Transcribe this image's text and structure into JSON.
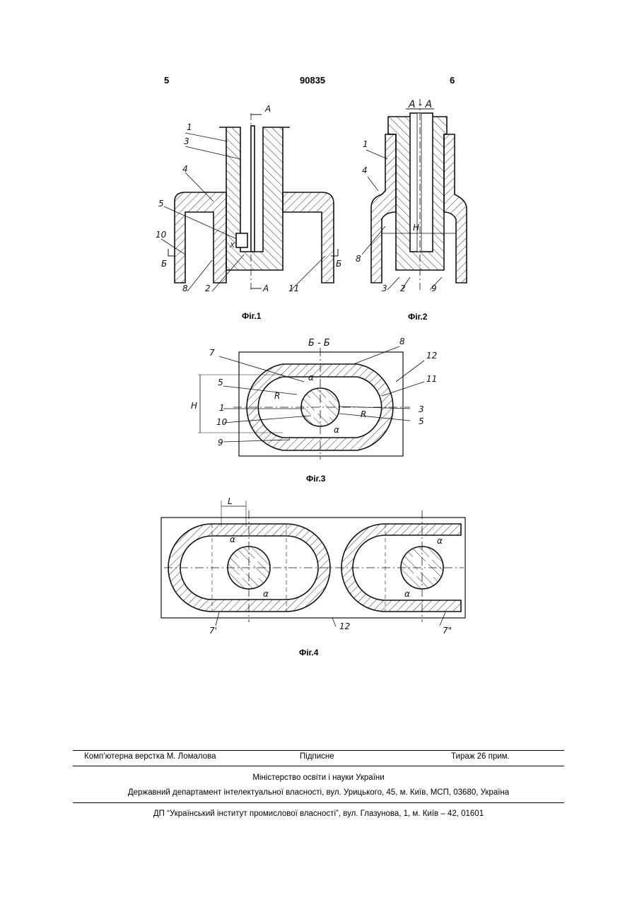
{
  "header": {
    "page_left": "5",
    "patent_number": "90835",
    "page_right": "6"
  },
  "figures": {
    "fig1": {
      "caption": "Фіг.1",
      "labels": {
        "l1": "1",
        "l3": "3",
        "l4": "4",
        "l5": "5",
        "l10": "10",
        "lB1": "Б",
        "lB2": "Б",
        "l8": "8",
        "l2": "2",
        "lA1": "А",
        "lA2": "А",
        "l11": "11",
        "lX": "X"
      }
    },
    "fig2": {
      "caption": "Фіг.2",
      "section": "А - А",
      "labels": {
        "l1": "1",
        "l4": "4",
        "l8": "8",
        "lH": "H",
        "l3": "3",
        "l2": "2",
        "l9": "9"
      }
    },
    "fig3": {
      "caption": "Фіг.3",
      "section": "Б - Б",
      "labels": {
        "l7": "7",
        "l8": "8",
        "l12": "12",
        "l11": "11",
        "l5a": "5",
        "lH": "H",
        "lR1": "R",
        "lR2": "R",
        "l1": "1",
        "l3": "3",
        "l5b": "5",
        "l10": "10",
        "l9": "9",
        "la1": "α",
        "la2": "α"
      }
    },
    "fig4": {
      "caption": "Фіг.4",
      "labels": {
        "lL": "L",
        "la1": "α",
        "la2": "α",
        "la3": "α",
        "la4": "α",
        "l7a": "7'",
        "l12": "12",
        "l7b": "7\""
      }
    }
  },
  "footer": {
    "layout": "Комп’ютерна верстка М. Ломалова",
    "signed": "Підписне",
    "circulation": "Тираж 26 прим.",
    "ministry": "Міністерство освіти і науки України",
    "department": "Державний департамент інтелектуальної власності, вул. Урицького, 45, м. Київ, МСП, 03680, Україна",
    "institute": "ДП “Український інститут промислової власності”, вул. Глазунова, 1, м. Київ – 42, 01601"
  }
}
